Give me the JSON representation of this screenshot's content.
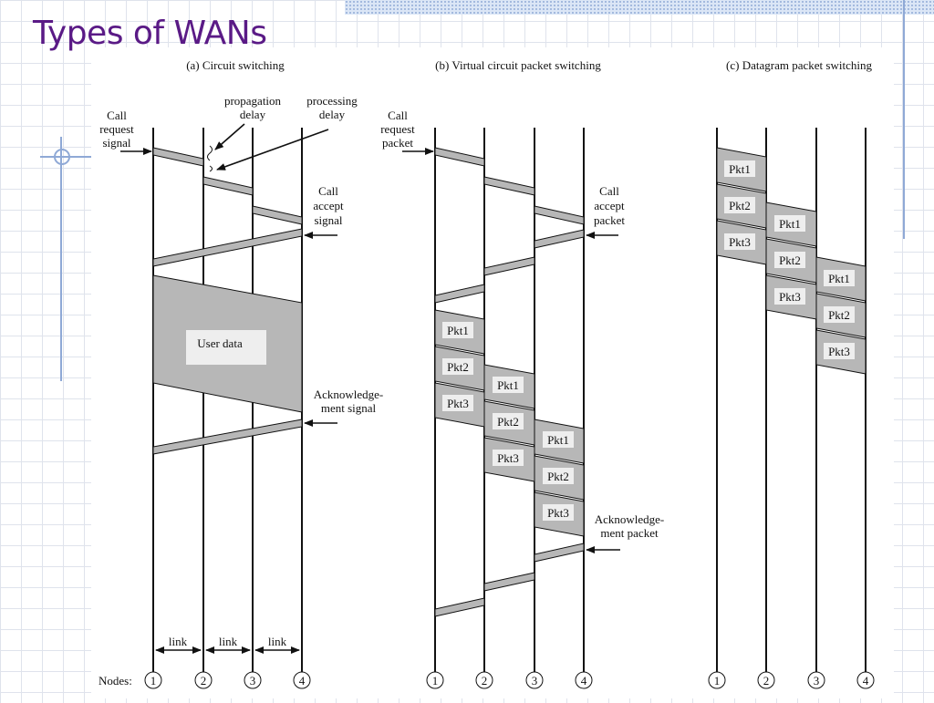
{
  "slide": {
    "title": "Types of WANs"
  },
  "panels": {
    "circuit": {
      "heading": "(a) Circuit switching",
      "call_request": [
        "Call",
        "request",
        "signal"
      ],
      "propagation_delay": [
        "propagation",
        "delay"
      ],
      "processing_delay": [
        "processing",
        "delay"
      ],
      "call_accept": [
        "Call",
        "accept",
        "signal"
      ],
      "user_data": "User data",
      "ack": [
        "Acknowledge-",
        "ment signal"
      ],
      "link": "link"
    },
    "virtual": {
      "heading": "(b) Virtual circuit packet switching",
      "call_request": [
        "Call",
        "request",
        "packet"
      ],
      "call_accept": [
        "Call",
        "accept",
        "packet"
      ],
      "ack": [
        "Acknowledge-",
        "ment packet"
      ]
    },
    "datagram": {
      "heading": "(c) Datagram packet switching"
    }
  },
  "nodes_label": "Nodes:",
  "node_numbers": [
    "1",
    "2",
    "3",
    "4"
  ],
  "packets": [
    "Pkt1",
    "Pkt2",
    "Pkt3"
  ],
  "colors": {
    "title": "#5a1a86",
    "fill": "#b7b7b7",
    "grid": "#dfe3ec"
  }
}
